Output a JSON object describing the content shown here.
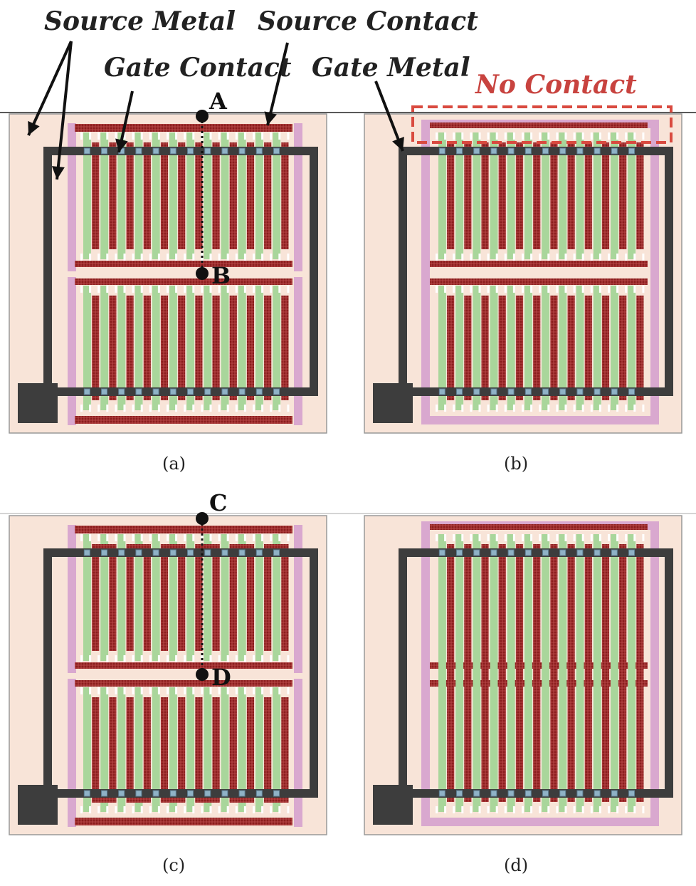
{
  "labels": {
    "source_metal": "Source Metal",
    "source_contact": "Source Contact",
    "gate_contact": "Gate Contact",
    "gate_metal": "Gate Metal",
    "no_contact": "No Contact"
  },
  "points": {
    "a": "A",
    "b": "B",
    "c": "C",
    "d": "D"
  },
  "captions": {
    "a": "(a)",
    "b": "(b)",
    "c": "(c)",
    "d": "(d)"
  },
  "colors": {
    "substrate": "#f8e4d8",
    "well": "#d9a8cf",
    "gate_finger": "#a9d69b",
    "source_region": "#8b1d1d",
    "source_hatch": "#c05050",
    "gate_metal": "#3d3d3d",
    "contact_via": "#8fb2c6",
    "no_contact_box": "#d94a3f",
    "probe_line": "#111111"
  },
  "panels": [
    {
      "id": "a",
      "variant": "source-contact-top-and-middle"
    },
    {
      "id": "b",
      "variant": "no-source-contact"
    },
    {
      "id": "c",
      "variant": "serpentine-source-fingers"
    },
    {
      "id": "d",
      "variant": "continuous-source-fingers"
    }
  ]
}
